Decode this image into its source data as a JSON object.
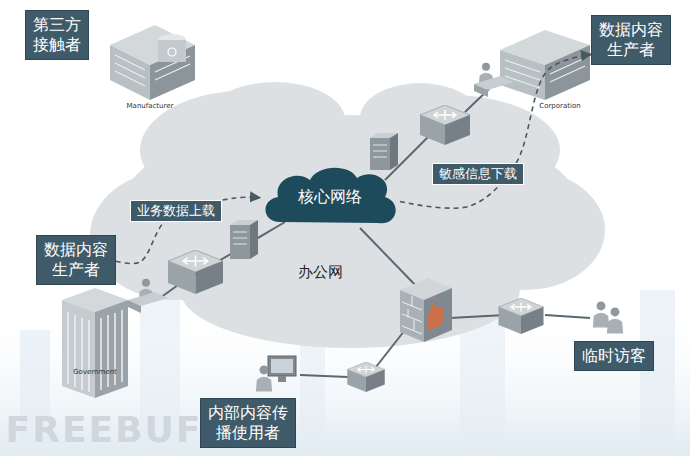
{
  "diagram": {
    "nodes": [
      {
        "text": [
          "第三方 接触者"
        ]
      },
      {
        "text": [
          "数据内容 生产者"
        ]
      },
      {
        "text": [
          "核心网络"
        ]
      },
      {
        "text": [
          "数据内容 生产者"
        ]
      },
      {
        "text": [
          "临时访客"
        ]
      },
      {
        "text": [
          "内部内容传 播使用者"
        ]
      }
    ],
    "edges": [
      {
        "from": 3,
        "to": 2,
        "arrow": "to",
        "label": "业务数据上载"
      },
      {
        "from": 2,
        "to": 1,
        "arrow": "to",
        "label": "敏感信息下载"
      }
    ],
    "labels": [
      "办公网",
      "Manufacturer",
      "Corporation",
      "Government",
      "FREEBUF"
    ]
  }
}
